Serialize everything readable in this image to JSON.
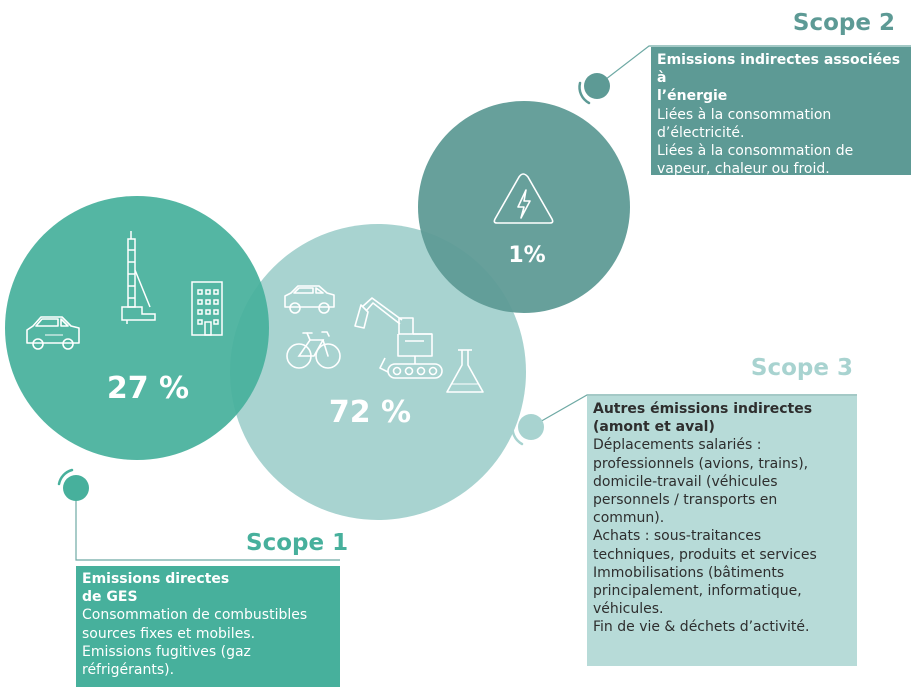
{
  "colors": {
    "scope1": "#47b09c",
    "scope2": "#5d9a95",
    "scope3": "#a8d3d0",
    "scope3_box": "#b7dbd8",
    "line": "#6ea9a4",
    "white": "#ffffff"
  },
  "icons": [
    "car-icon",
    "drilling-rig-icon",
    "building-icon",
    "bicycle-icon",
    "excavator-icon",
    "flask-icon",
    "lightning-warning-icon"
  ],
  "scope1": {
    "title": "Scope 1",
    "percent": "27 %",
    "heading_lines": [
      "Emissions directes",
      "de GES"
    ],
    "body_lines": [
      "Consommation de combustibles",
      "sources fixes et mobiles.",
      "Emissions fugitives (gaz",
      "réfrigérants)."
    ]
  },
  "scope2": {
    "title": "Scope 2",
    "percent": "1%",
    "heading_lines": [
      "Emissions indirectes associées à",
      "l’énergie"
    ],
    "body_lines": [
      "Liées à la consommation",
      "d’électricité.",
      "Liées à la consommation de",
      "vapeur, chaleur ou froid."
    ]
  },
  "scope3": {
    "title": "Scope 3",
    "percent": "72 %",
    "heading_lines": [
      "Autres émissions indirectes",
      "(amont et aval)"
    ],
    "body_lines": [
      "Déplacements salariés :",
      "professionnels (avions, trains),",
      "domicile-travail (véhicules",
      "personnels / transports en",
      "commun).",
      "Achats : sous-traitances",
      "techniques, produits et services",
      "Immobilisations (bâtiments",
      "principalement, informatique,",
      "véhicules.",
      "Fin de vie & déchets d’activité."
    ]
  }
}
